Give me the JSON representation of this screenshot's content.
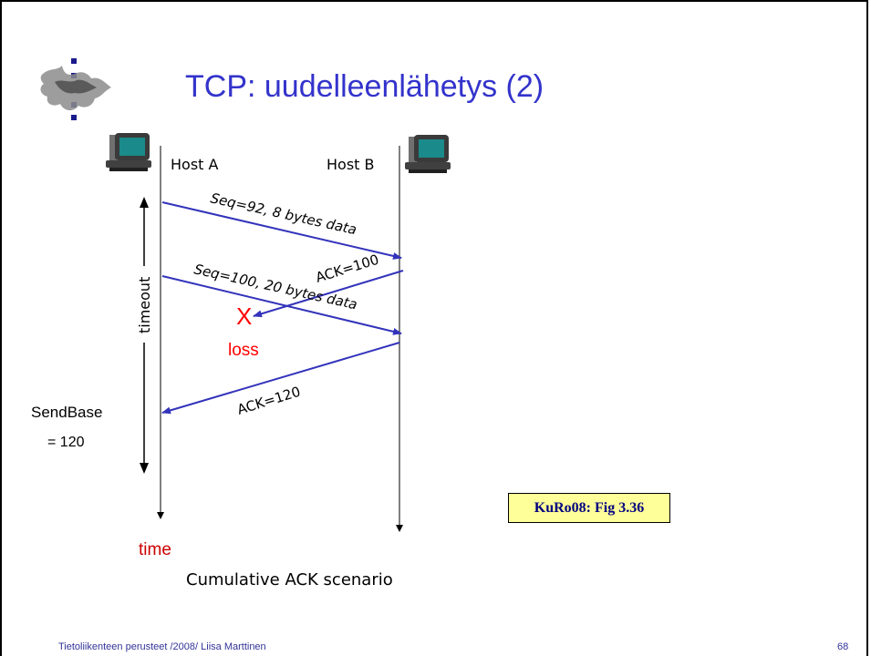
{
  "slide": {
    "title": "TCP: uudelleenlähetys  (2)",
    "footer": "Tietoliikenteen perusteet /2008/  Liisa Marttinen",
    "page_number": "68",
    "reference": "KuRo08: Fig 3.36"
  },
  "diagram": {
    "host_a": "Host A",
    "host_b": "Host B",
    "messages": {
      "seq92": "Seq=92, 8 bytes data",
      "ack100": "ACK=100",
      "seq100": "Seq=100, 20 bytes data",
      "ack120": "ACK=120"
    },
    "loss_marker": "X",
    "loss_label": "loss",
    "timeout_label": "timeout",
    "sendbase_line1": "SendBase",
    "sendbase_line2": "= 120",
    "time_label": "time",
    "caption": "Cumulative ACK scenario"
  },
  "colors": {
    "title": "#3333cc",
    "arrow": "#3333bb",
    "loss": "#ff0000",
    "reference_box": "#ffff99"
  },
  "icons": [
    "university-logo-icon",
    "computer-icon"
  ]
}
